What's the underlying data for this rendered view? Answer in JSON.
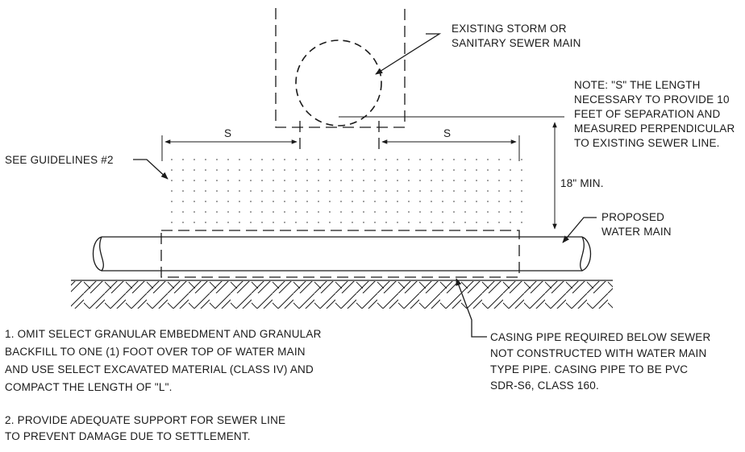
{
  "labels": {
    "existing_sewer": [
      "EXISTING STORM OR",
      "SANITARY SEWER MAIN"
    ],
    "note": [
      "NOTE:  \"S\" THE LENGTH",
      "NECESSARY TO PROVIDE 10",
      "FEET OF SEPARATION AND",
      "MEASURED PERPENDICULAR",
      "TO EXISTING SEWER LINE."
    ],
    "s_left": "S",
    "s_right": "S",
    "see_guidelines": "SEE GUIDELINES #2",
    "min_separation": "18\" MIN.",
    "proposed_water_main": [
      "PROPOSED",
      "WATER MAIN"
    ],
    "casing_pipe": [
      "CASING PIPE REQUIRED BELOW SEWER",
      "NOT CONSTRUCTED WITH WATER MAIN",
      "TYPE PIPE. CASING PIPE TO BE PVC",
      "SDR-S6, CLASS 160."
    ]
  },
  "notes": {
    "note1": [
      "1.  OMIT SELECT GRANULAR EMBEDMENT AND GRANULAR",
      "BACKFILL TO ONE (1) FOOT OVER TOP OF WATER MAIN",
      "AND USE SELECT EXCAVATED MATERIAL (CLASS IV) AND",
      "COMPACT THE LENGTH OF \"L\"."
    ],
    "note2": [
      "2.  PROVIDE ADEQUATE SUPPORT FOR SEWER LINE",
      "TO PREVENT DAMAGE DUE TO SETTLEMENT."
    ]
  }
}
